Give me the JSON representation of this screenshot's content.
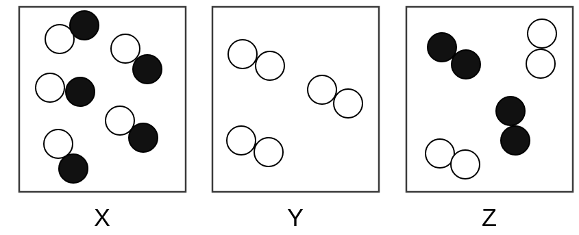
{
  "colors": {
    "filled": "#111111",
    "hollow": "#ffffff",
    "outline": "#000000",
    "box_border": "#3a3a3a"
  },
  "panels": [
    {
      "label": "X",
      "particles": [
        {
          "type": "diatomic",
          "atoms": [
            "hollow",
            "filled"
          ]
        },
        {
          "type": "diatomic",
          "atoms": [
            "hollow",
            "filled"
          ]
        },
        {
          "type": "diatomic",
          "atoms": [
            "hollow",
            "filled"
          ]
        },
        {
          "type": "diatomic",
          "atoms": [
            "hollow",
            "filled"
          ]
        },
        {
          "type": "diatomic",
          "atoms": [
            "hollow",
            "filled"
          ]
        }
      ]
    },
    {
      "label": "Y",
      "particles": [
        {
          "type": "diatomic",
          "atoms": [
            "hollow",
            "hollow"
          ]
        },
        {
          "type": "diatomic",
          "atoms": [
            "hollow",
            "hollow"
          ]
        },
        {
          "type": "diatomic",
          "atoms": [
            "hollow",
            "hollow"
          ]
        }
      ]
    },
    {
      "label": "Z",
      "particles": [
        {
          "type": "diatomic",
          "atoms": [
            "filled",
            "filled"
          ]
        },
        {
          "type": "diatomic",
          "atoms": [
            "hollow",
            "hollow"
          ]
        },
        {
          "type": "diatomic",
          "atoms": [
            "filled",
            "filled"
          ]
        },
        {
          "type": "diatomic",
          "atoms": [
            "hollow",
            "hollow"
          ]
        }
      ]
    }
  ]
}
